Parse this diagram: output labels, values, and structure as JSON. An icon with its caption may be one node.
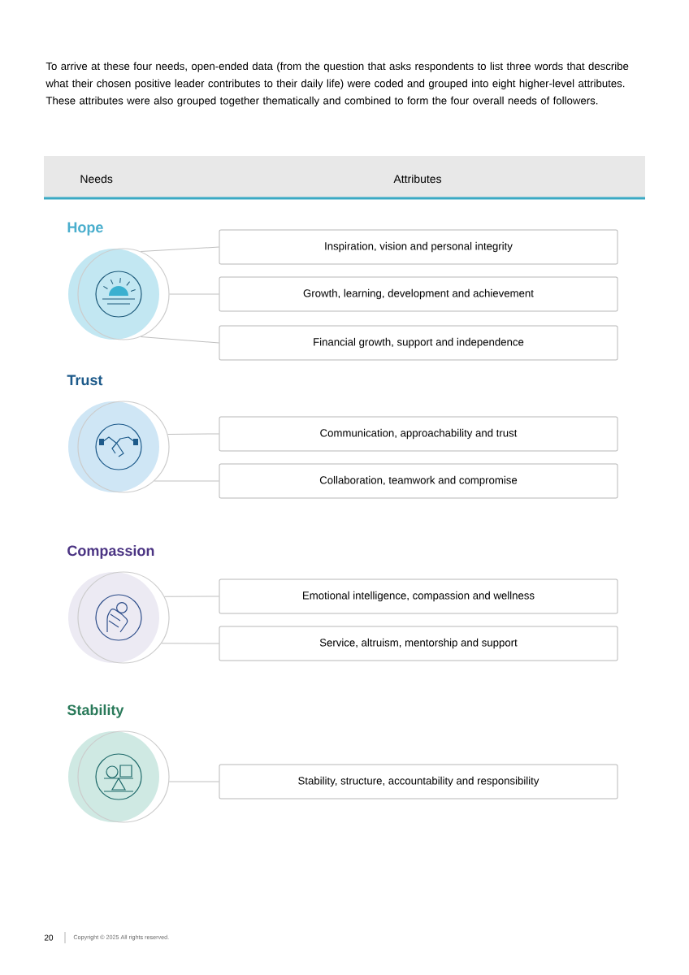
{
  "diagram": {
    "nodes": [
      {
        "text": [
          "Hope"
        ]
      },
      {
        "text": [
          "Inspiration, vision and personal integrity"
        ]
      },
      {
        "text": [
          "Growth, learning, development and achievement"
        ]
      },
      {
        "text": [
          "Financial growth, support and independence"
        ]
      },
      {
        "text": [
          "Trust"
        ]
      },
      {
        "text": [
          "Communication, approachability and trust"
        ]
      },
      {
        "text": [
          "Collaboration, teamwork and compromise"
        ]
      },
      {
        "text": [
          "Compassion"
        ]
      },
      {
        "text": [
          "Emotional intelligence, compassion and wellness"
        ]
      },
      {
        "text": [
          "Service, altruism, mentorship and support"
        ]
      },
      {
        "text": [
          "Stability"
        ]
      },
      {
        "text": [
          "Stability, structure, accountability and responsibility"
        ]
      }
    ],
    "edges": [
      {
        "from": 0,
        "to": 1,
        "arrow": "none"
      },
      {
        "from": 0,
        "to": 2,
        "arrow": "none"
      },
      {
        "from": 0,
        "to": 3,
        "arrow": "none"
      },
      {
        "from": 4,
        "to": 5,
        "arrow": "none"
      },
      {
        "from": 4,
        "to": 6,
        "arrow": "none"
      },
      {
        "from": 7,
        "to": 8,
        "arrow": "none"
      },
      {
        "from": 7,
        "to": 9,
        "arrow": "none"
      },
      {
        "from": 10,
        "to": 11,
        "arrow": "none"
      }
    ],
    "labels": [
      "To arrive at these four needs, open-ended data (from the question that asks respondents to list three words that describe what their chosen positive leader contributes to their daily life) were coded and grouped into eight higher-level attributes. These attributes were also grouped together thematically and combined to form the four overall needs of followers.",
      "Needs",
      "Attributes",
      "20",
      "Copyright © 2025 All rights reserved."
    ]
  }
}
